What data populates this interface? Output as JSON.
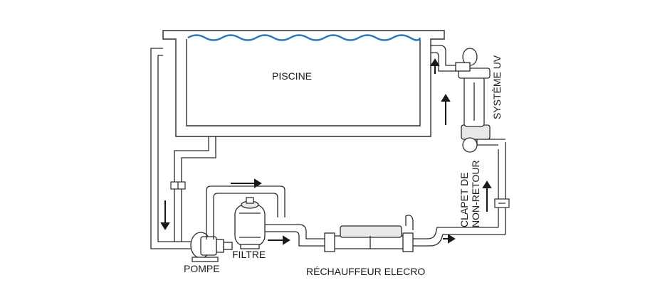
{
  "labels": {
    "piscine": "PISCINE",
    "systeme_uv": "SYSTÈME UV",
    "clapet_line1": "CLAPET DE",
    "clapet_line2": "NON-RETOUR",
    "pompe": "POMPE",
    "filtre": "FILTRE",
    "rechauffeur": "RÉCHAUFFEUR ELECRO"
  },
  "colors": {
    "line": "#2b2b2b",
    "water": "#2b7bbf",
    "pipe_fill": "#ffffff",
    "equipment_fill": "#e8e8e8"
  }
}
